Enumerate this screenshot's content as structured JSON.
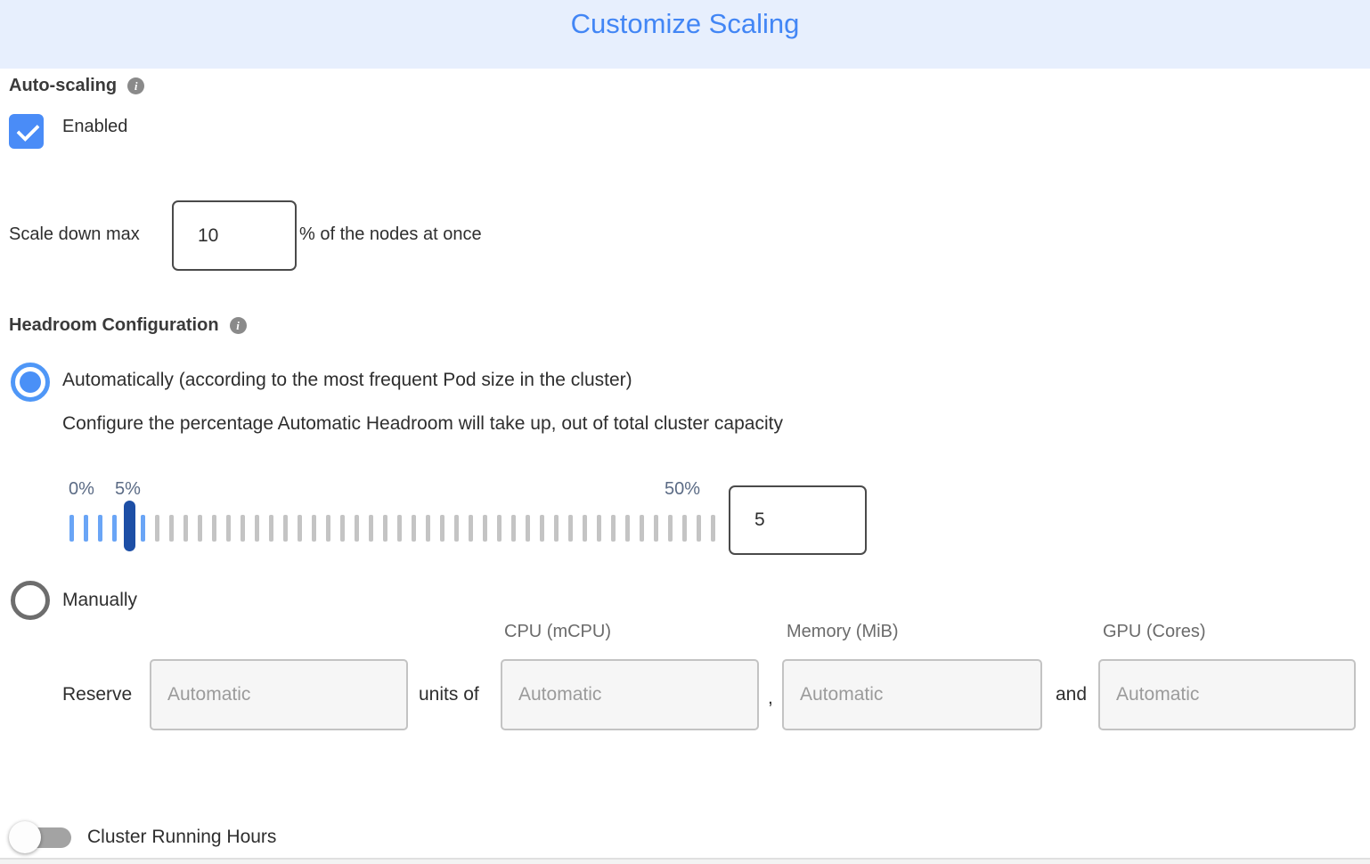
{
  "header": {
    "title": "Customize Scaling"
  },
  "auto_scaling": {
    "label": "Auto-scaling",
    "checkbox_label": "Enabled",
    "checked": true
  },
  "scale_down": {
    "label": "Scale down max",
    "value": "10",
    "suffix": "% of the nodes at once"
  },
  "headroom": {
    "label": "Headroom Configuration",
    "mode": "automatic",
    "automatic": {
      "label": "Automatically (according to the most frequent Pod size in the cluster)",
      "description": "Configure the percentage Automatic Headroom will take up, out of total cluster capacity"
    },
    "slider": {
      "min_label": "0%",
      "value_label": "5%",
      "max_label": "50%",
      "value": "5",
      "tick_count": 46,
      "active_ticks": 6,
      "colors": {
        "active_tick": "#6aa5f6",
        "inactive_tick": "#c4c4c4",
        "thumb": "#1d4fa6"
      }
    },
    "manual": {
      "label": "Manually",
      "reserve_label": "Reserve",
      "units_of_label": "units of",
      "comma": ",",
      "and_label": "and",
      "columns": {
        "cpu": "CPU (mCPU)",
        "memory": "Memory (MiB)",
        "gpu": "GPU (Cores)"
      },
      "placeholder": "Automatic"
    }
  },
  "cluster_running_hours": {
    "label": "Cluster Running Hours",
    "enabled": false
  },
  "colors": {
    "header_bg": "#e7effd",
    "title_blue": "#4286f5",
    "checkbox_blue": "#4a8cf7",
    "radio_blue": "#4f97f7"
  }
}
